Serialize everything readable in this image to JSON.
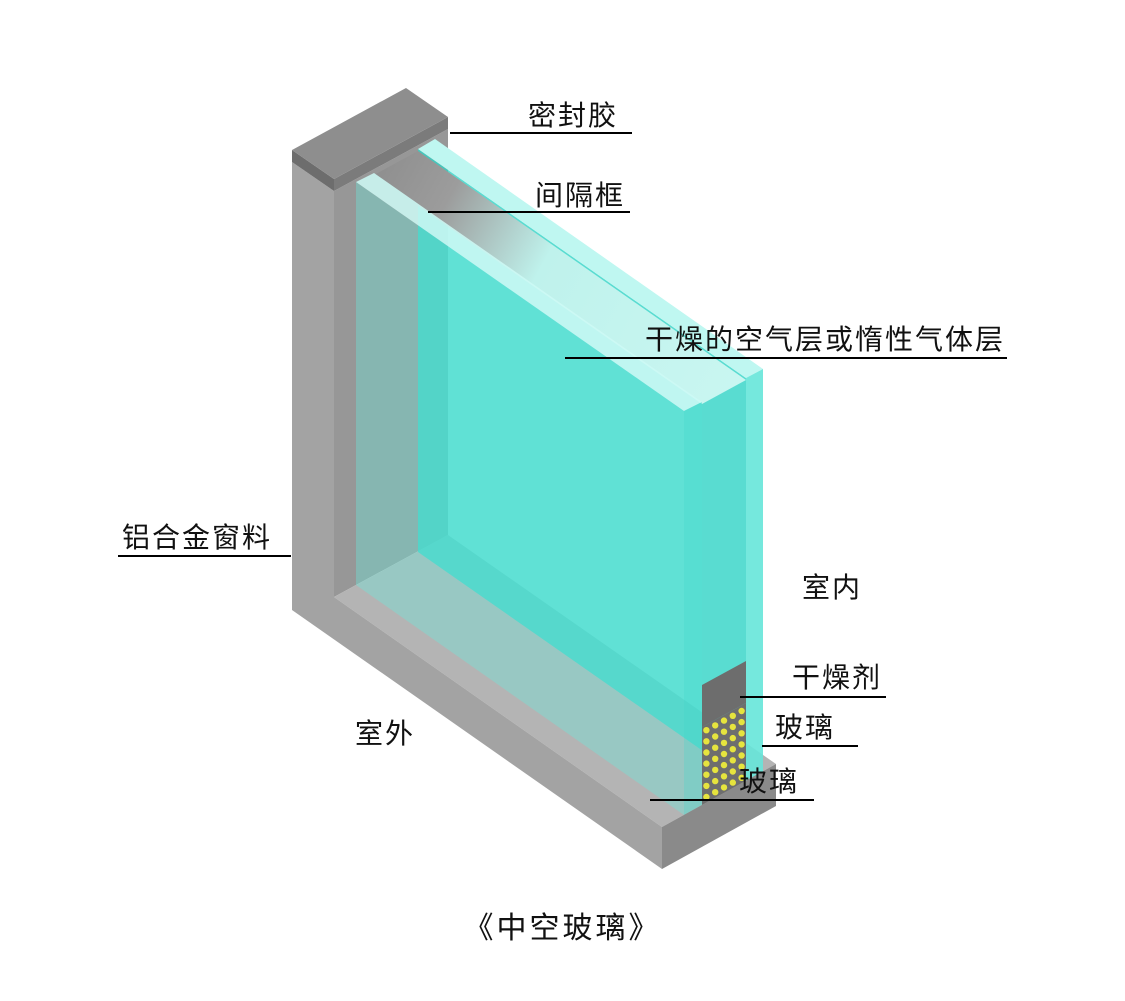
{
  "title": "《中空玻璃》",
  "labels": {
    "sealant": "密封胶",
    "spacer": "间隔框",
    "air_layer": "干燥的空气层或惰性气体层",
    "aluminum_frame": "铝合金窗料",
    "indoor": "室内",
    "outdoor": "室外",
    "desiccant": "干燥剂",
    "glass_indoor": "玻璃",
    "glass_outdoor": "玻璃"
  },
  "colors": {
    "background": "#ffffff",
    "text": "#111111",
    "leader": "#000000",
    "frame_mid": "#a3a3a3",
    "frame_light": "#b4b4b4",
    "frame_inner": "#979797",
    "frame_shadow": "#8a8a8a",
    "frame_dark": "#6d6d6d",
    "cap_top": "#8e8e8e",
    "cap_end": "#7b7b7b",
    "glass_strong": "#2fd3c6",
    "glass_pale": "#bff7f1",
    "glass_edge_back": "#66e5d9",
    "glass_front": "#6ceadd",
    "glass_front_top": "#cdf9f5",
    "glass_front_edge": "#55e0d3",
    "spacer_gray": "#8f8f8f",
    "desiccant_bg": "#6e6e6e",
    "desiccant_dot": "#e6e43e"
  }
}
